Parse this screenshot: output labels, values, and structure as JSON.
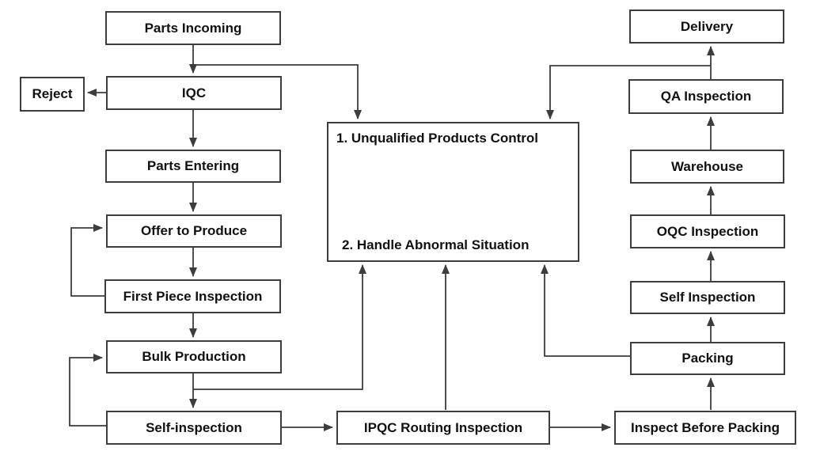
{
  "colors": {
    "background": "#ffffff",
    "line": "#3d3d3d",
    "box_border": "#3d3d3d",
    "text": "#111111"
  },
  "nodes": {
    "parts_incoming": "Parts Incoming",
    "reject": "Reject",
    "iqc": "IQC",
    "parts_entering": "Parts Entering",
    "offer_to_produce": "Offer to Produce",
    "first_piece_inspection": "First Piece Inspection",
    "bulk_production": "Bulk Production",
    "self_inspection": "Self-inspection",
    "control_line1": "1. Unqualified Products Control",
    "control_line2": "2. Handle Abnormal Situation",
    "ipqc_routing_inspection": "IPQC Routing Inspection",
    "inspect_before_packing": "Inspect Before Packing",
    "packing": "Packing",
    "self_inspection_2": "Self Inspection",
    "oqc_inspection": "OQC Inspection",
    "warehouse": "Warehouse",
    "qa_inspection": "QA Inspection",
    "delivery": "Delivery"
  },
  "edges": [
    {
      "from": "parts_incoming",
      "to": "iqc"
    },
    {
      "from": "parts_incoming",
      "to": "unqualified_products_control"
    },
    {
      "from": "iqc",
      "to": "reject"
    },
    {
      "from": "iqc",
      "to": "parts_entering"
    },
    {
      "from": "parts_entering",
      "to": "offer_to_produce"
    },
    {
      "from": "offer_to_produce",
      "to": "first_piece_inspection"
    },
    {
      "from": "first_piece_inspection",
      "to": "offer_to_produce"
    },
    {
      "from": "first_piece_inspection",
      "to": "bulk_production"
    },
    {
      "from": "bulk_production",
      "to": "self_inspection"
    },
    {
      "from": "bulk_production",
      "to": "unqualified_products_control"
    },
    {
      "from": "self_inspection",
      "to": "bulk_production"
    },
    {
      "from": "self_inspection",
      "to": "ipqc_routing_inspection"
    },
    {
      "from": "ipqc_routing_inspection",
      "to": "unqualified_products_control"
    },
    {
      "from": "ipqc_routing_inspection",
      "to": "inspect_before_packing"
    },
    {
      "from": "inspect_before_packing",
      "to": "packing"
    },
    {
      "from": "packing",
      "to": "unqualified_products_control"
    },
    {
      "from": "packing",
      "to": "self_inspection_2"
    },
    {
      "from": "self_inspection_2",
      "to": "oqc_inspection"
    },
    {
      "from": "oqc_inspection",
      "to": "warehouse"
    },
    {
      "from": "warehouse",
      "to": "qa_inspection"
    },
    {
      "from": "qa_inspection",
      "to": "unqualified_products_control"
    },
    {
      "from": "qa_inspection",
      "to": "delivery"
    }
  ]
}
